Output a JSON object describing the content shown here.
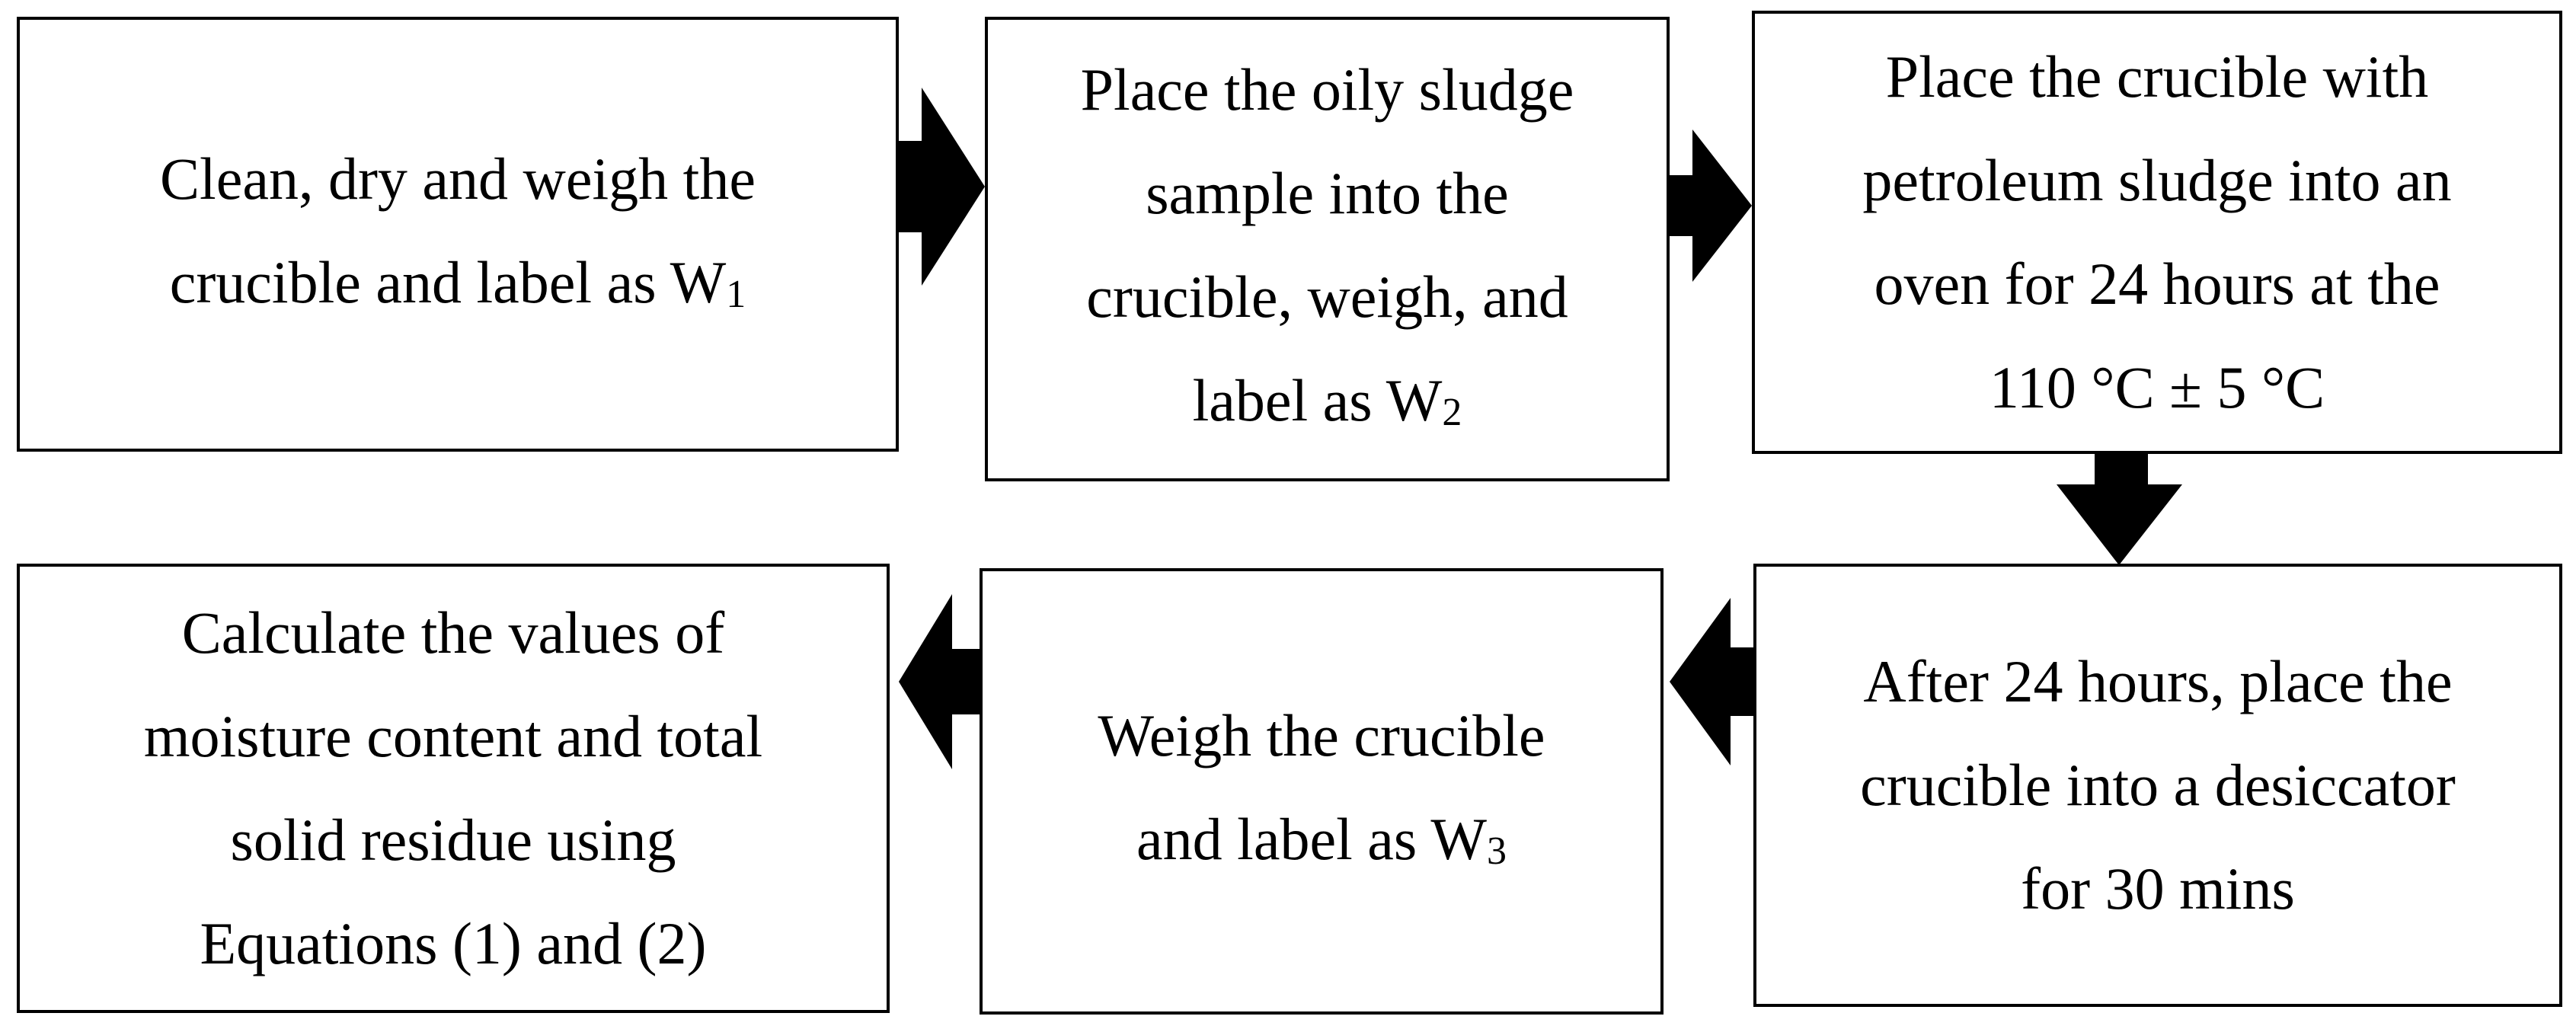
{
  "diagram": {
    "steps": [
      {
        "id": "clean-dry-weigh",
        "lines": [
          {
            "text": "Clean, dry and weigh the",
            "sub": ""
          },
          {
            "text": "crucible and label as W",
            "sub": "1"
          }
        ]
      },
      {
        "id": "place-sample",
        "lines": [
          {
            "text": "Place the oily sludge",
            "sub": ""
          },
          {
            "text": "sample into the",
            "sub": ""
          },
          {
            "text": "crucible, weigh, and",
            "sub": ""
          },
          {
            "text": "label as W",
            "sub": "2"
          }
        ]
      },
      {
        "id": "oven",
        "lines": [
          {
            "text": "Place the crucible with",
            "sub": ""
          },
          {
            "text": "petroleum sludge into an",
            "sub": ""
          },
          {
            "text": "oven for 24 hours at the",
            "sub": ""
          },
          {
            "text": "110 °C ± 5 °C",
            "sub": ""
          }
        ]
      },
      {
        "id": "desiccator",
        "lines": [
          {
            "text": "After 24 hours, place the",
            "sub": ""
          },
          {
            "text": "crucible into a desiccator",
            "sub": ""
          },
          {
            "text": "for 30 mins",
            "sub": ""
          }
        ]
      },
      {
        "id": "weigh-w3",
        "lines": [
          {
            "text": "Weigh the crucible",
            "sub": ""
          },
          {
            "text": "and label as W",
            "sub": "3"
          }
        ]
      },
      {
        "id": "calculate",
        "lines": [
          {
            "text": "Calculate the values of",
            "sub": ""
          },
          {
            "text": "moisture content and total",
            "sub": ""
          },
          {
            "text": "solid residue using",
            "sub": ""
          },
          {
            "text": "Equations (1) and (2)",
            "sub": ""
          }
        ]
      }
    ],
    "arrows": [
      {
        "from": "clean-dry-weigh",
        "to": "place-sample",
        "direction": "right"
      },
      {
        "from": "place-sample",
        "to": "oven",
        "direction": "right"
      },
      {
        "from": "oven",
        "to": "desiccator",
        "direction": "down"
      },
      {
        "from": "desiccator",
        "to": "weigh-w3",
        "direction": "left"
      },
      {
        "from": "weigh-w3",
        "to": "calculate",
        "direction": "left"
      }
    ],
    "colors": {
      "stroke": "#000000",
      "fill": "#ffffff",
      "arrow": "#000000"
    }
  }
}
